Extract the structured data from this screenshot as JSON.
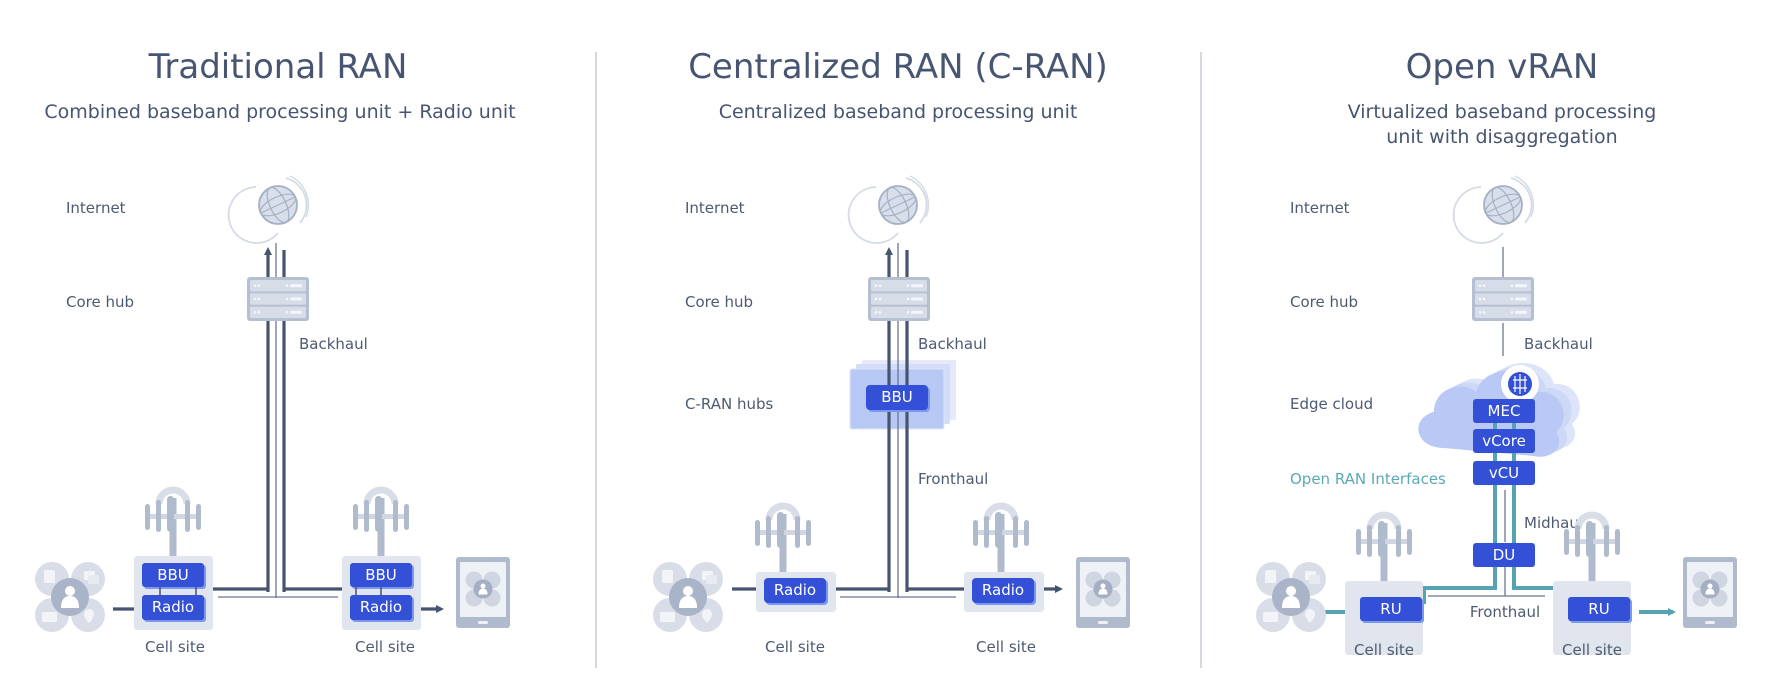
{
  "colors": {
    "text": "#475572",
    "line_dark": "#46546f",
    "accent_blue": "#3350d6",
    "teal": "#56a3b1",
    "icon_gray": "#b0bacd",
    "panel_gray": "#e1e5ee",
    "cloud_blue": "#bccbf5"
  },
  "panels": [
    {
      "title": "Traditional RAN",
      "subtitle_lines": [
        "Combined baseband processing unit + Radio unit"
      ],
      "labels": {
        "internet": "Internet",
        "core_hub": "Core hub",
        "backhaul": "Backhaul"
      },
      "cell_sites": [
        {
          "label": "Cell site",
          "units": [
            "BBU",
            "Radio"
          ]
        },
        {
          "label": "Cell site",
          "units": [
            "BBU",
            "Radio"
          ]
        }
      ]
    },
    {
      "title": "Centralized RAN (C-RAN)",
      "subtitle_lines": [
        "Centralized baseband processing unit"
      ],
      "labels": {
        "internet": "Internet",
        "core_hub": "Core hub",
        "backhaul": "Backhaul",
        "cran_hubs": "C-RAN hubs",
        "fronthaul": "Fronthaul"
      },
      "hub_unit": "BBU",
      "cell_sites": [
        {
          "label": "Cell site",
          "units": [
            "Radio"
          ]
        },
        {
          "label": "Cell site",
          "units": [
            "Radio"
          ]
        }
      ]
    },
    {
      "title": "Open vRAN",
      "subtitle_lines": [
        "Virtualized baseband processing",
        "unit with disaggregation"
      ],
      "labels": {
        "internet": "Internet",
        "core_hub": "Core hub",
        "backhaul": "Backhaul",
        "edge_cloud": "Edge cloud",
        "open_ran_interfaces": "Open RAN  Interfaces",
        "midhaul": "Midhaul",
        "fronthaul": "Fronthaul"
      },
      "edge_stack": [
        "MEC",
        "vCore",
        "vCU"
      ],
      "du": "DU",
      "cell_sites": [
        {
          "label": "Cell site",
          "units": [
            "RU"
          ]
        },
        {
          "label": "Cell site",
          "units": [
            "RU"
          ]
        }
      ]
    }
  ],
  "icons": [
    "globe-icon",
    "server-rack-icon",
    "cell-tower-icon",
    "user-services-cluster-icon",
    "tablet-device-icon",
    "ai-brain-icon",
    "cloud-icon"
  ]
}
